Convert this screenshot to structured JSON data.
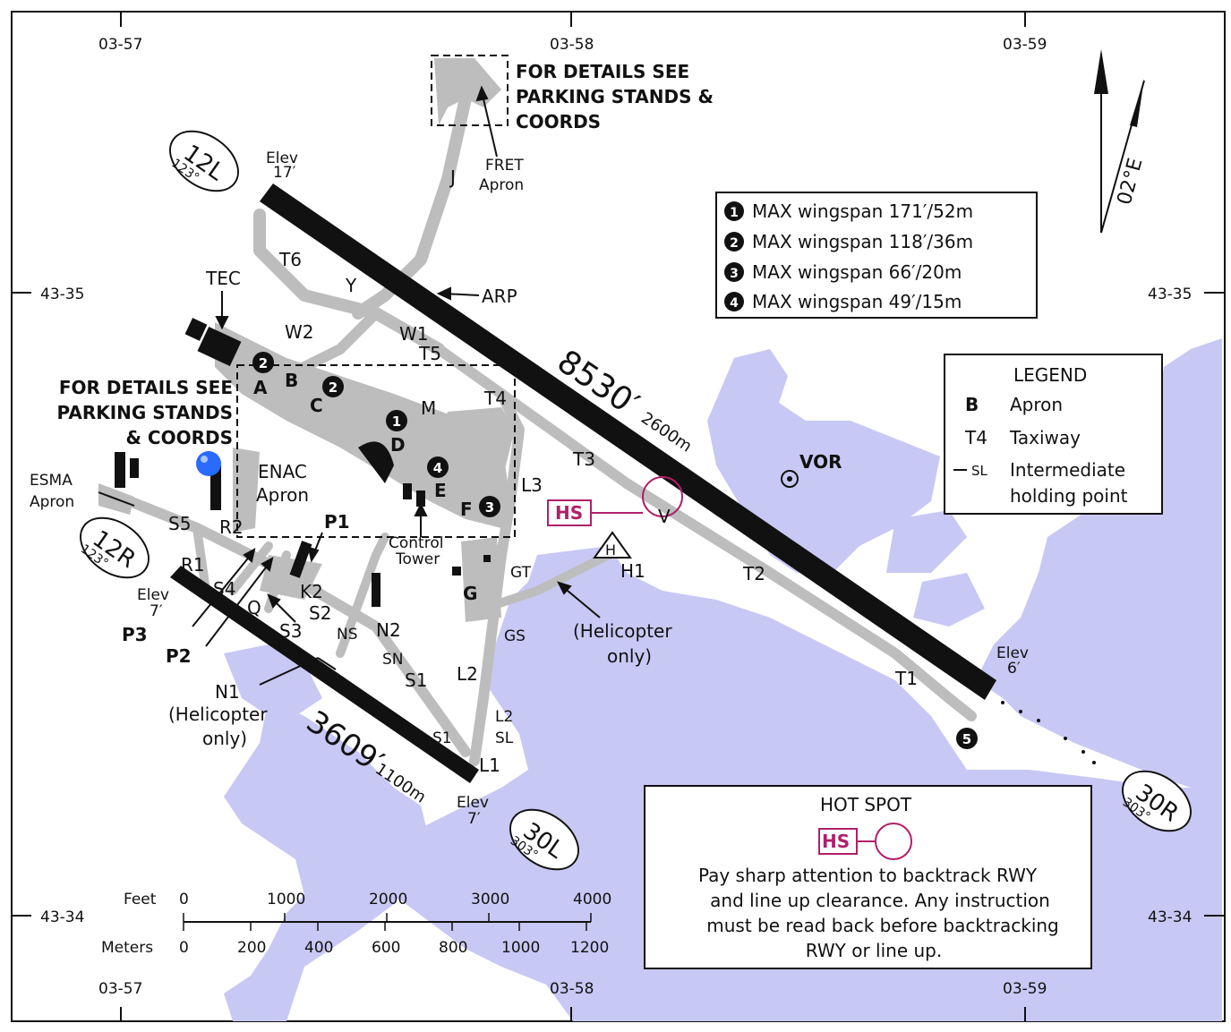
{
  "coords": {
    "top_lon": [
      "03-57",
      "03-58",
      "03-59"
    ],
    "bottom_lon": [
      "03-57",
      "03-58",
      "03-59"
    ],
    "lat_left": [
      "43-35",
      "43-34"
    ],
    "lat_right": [
      "43-35",
      "43-34"
    ]
  },
  "north_arrow": {
    "variation": "02°E"
  },
  "runway_main": {
    "end_a": {
      "id": "12L",
      "heading": "123°"
    },
    "end_b": {
      "id": "30R",
      "heading": "303°"
    },
    "length_ft": "8530′",
    "length_m": "2600m",
    "elev_a": [
      "Elev",
      "17′"
    ],
    "elev_b": [
      "Elev",
      "6′"
    ]
  },
  "runway_second": {
    "end_a": {
      "id": "12R",
      "heading": "123°"
    },
    "end_b": {
      "id": "30L",
      "heading": "303°"
    },
    "length_ft": "3609′",
    "length_m": "1100m",
    "elev_a": [
      "Elev",
      "7′"
    ],
    "elev_b": [
      "Elev",
      "7′"
    ]
  },
  "details_note_top": [
    "FOR DETAILS SEE",
    "PARKING STANDS &",
    "COORDS"
  ],
  "details_note_left": [
    "FOR DETAILS SEE",
    "PARKING STANDS",
    "& COORDS"
  ],
  "wingspan_box": [
    {
      "num": "1",
      "text": "MAX wingspan 171′/52m"
    },
    {
      "num": "2",
      "text": "MAX wingspan 118′/36m"
    },
    {
      "num": "3",
      "text": "MAX wingspan 66′/20m"
    },
    {
      "num": "4",
      "text": "MAX wingspan 49′/15m"
    }
  ],
  "legend": {
    "title": "LEGEND",
    "rows": [
      {
        "sym": "B",
        "text": "Apron"
      },
      {
        "sym": "T4",
        "text": "Taxiway"
      },
      {
        "sym": "SL",
        "text": "Intermediate"
      }
    ],
    "extra_line": "holding point"
  },
  "hotspot_box": {
    "title": "HOT SPOT",
    "badge": "HS",
    "text": [
      "Pay sharp attention to backtrack RWY",
      "and line up clearance. Any instruction",
      "must be read back before backtracking",
      "RWY or line up."
    ]
  },
  "scale": {
    "feet_label": "Feet",
    "feet_ticks": [
      "0",
      "1000",
      "2000",
      "3000",
      "4000"
    ],
    "meters_label": "Meters",
    "meters_ticks": [
      "0",
      "200",
      "400",
      "600",
      "800",
      "1000",
      "1200"
    ]
  },
  "labels": {
    "fret": [
      "FRET",
      "Apron"
    ],
    "j": "J",
    "t6": "T6",
    "tec": "TEC",
    "w2": "W2",
    "w1": "W1",
    "y": "Y",
    "arp": "ARP",
    "t5": "T5",
    "t4": "T4",
    "t3": "T3",
    "t2": "T2",
    "t1": "T1",
    "m": "M",
    "a": "A",
    "b": "B",
    "c": "C",
    "d": "D",
    "e": "E",
    "f": "F",
    "g": "G",
    "gt": "GT",
    "gs": "GS",
    "l3": "L3",
    "l2": "L2",
    "l2_small": "L2",
    "sl": "SL",
    "l1": "L1",
    "s1": "S1",
    "s1_small": "S1",
    "s2": "S2",
    "s3": "S3",
    "s4": "S4",
    "s5": "S5",
    "r1": "R1",
    "r2": "R2",
    "p1": "P1",
    "p2": "P2",
    "p3": "P3",
    "k2": "K2",
    "q": "Q",
    "n2": "N2",
    "ns": "NS",
    "sn": "SN",
    "n1": "N1",
    "heli1": [
      "(Helicopter",
      "only)"
    ],
    "heli2": [
      "(Helicopter",
      "only)"
    ],
    "h1": "H1",
    "h_symbol": "H",
    "v": "V",
    "hs": "HS",
    "vor": "VOR",
    "esma": [
      "ESMA",
      "Apron"
    ],
    "enac": [
      "ENAC",
      "Apron"
    ],
    "tower": [
      "Control",
      "Tower"
    ],
    "num5": "5",
    "num2a": "2",
    "num2b": "2",
    "num1": "1",
    "num4": "4",
    "num3": "3"
  }
}
